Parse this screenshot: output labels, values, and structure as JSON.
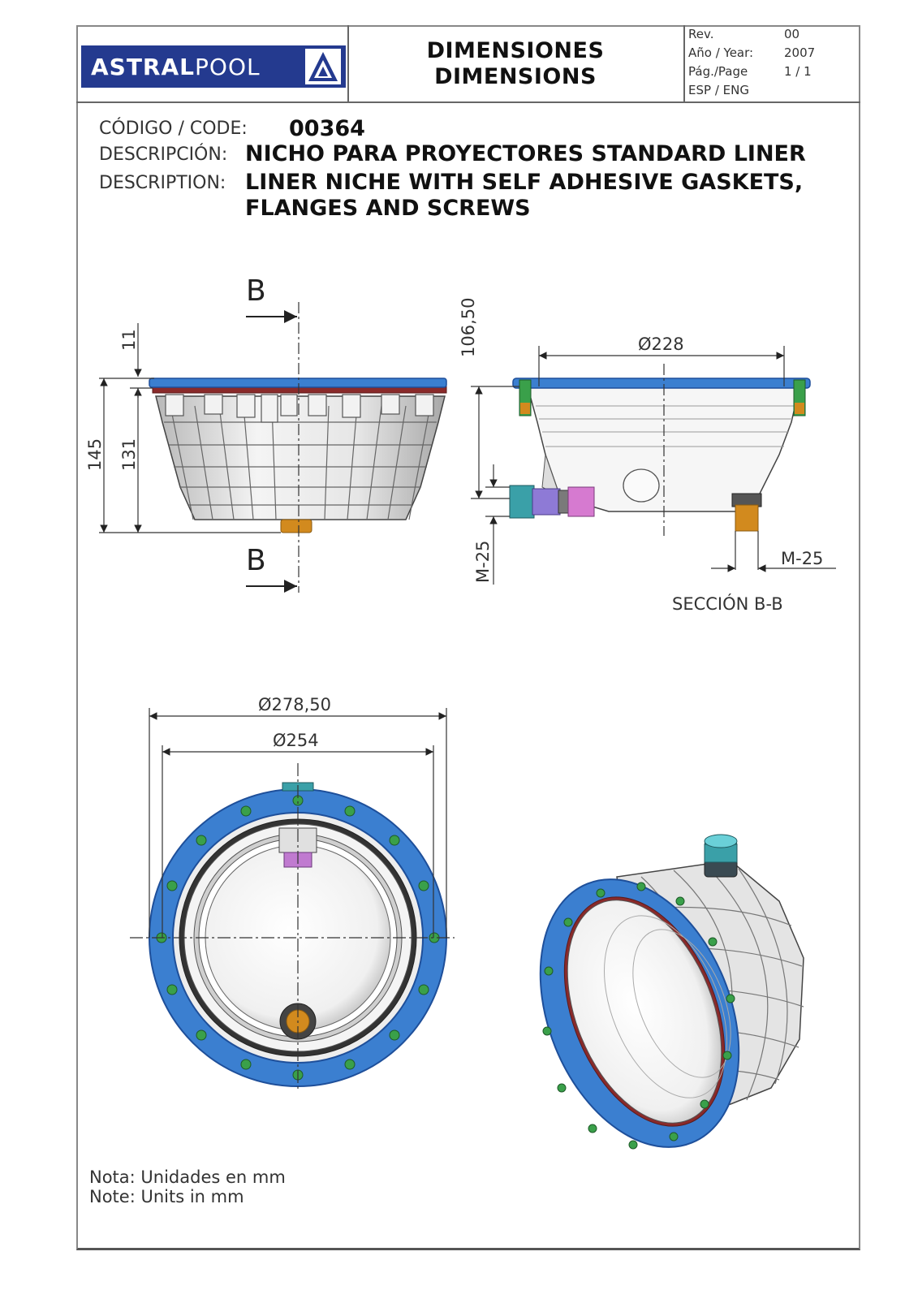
{
  "header": {
    "logo": "ASTRALPOOL",
    "logo_bold": "ASTRAL",
    "logo_light": "POOL",
    "title_es": "DIMENSIONES",
    "title_en": "DIMENSIONS",
    "meta": [
      {
        "label": "Rev.",
        "value": "00"
      },
      {
        "label": "Año / Year:",
        "value": "2007"
      },
      {
        "label": "Pág./Page",
        "value": "1 / 1"
      },
      {
        "label": "ESP / ENG",
        "value": ""
      }
    ]
  },
  "info": {
    "code_label": "CÓDIGO / CODE:",
    "code_value": "00364",
    "desc_es_label": "DESCRIPCIÓN:",
    "desc_es_value": "NICHO PARA PROYECTORES STANDARD LINER",
    "desc_en_label": "DESCRIPTION:",
    "desc_en_value_1": "LINER NICHE WITH SELF ADHESIVE GASKETS,",
    "desc_en_value_2": "FLANGES AND SCREWS"
  },
  "drawing": {
    "section_marker": "B",
    "dim_11": "11",
    "dim_145": "145",
    "dim_131": "131",
    "dim_106": "106,50",
    "dim_d228": "Ø228",
    "dim_m25_vertical": "M-25",
    "dim_m25_horizontal": "M-25",
    "section_label": "SECCIÓN B-B",
    "dim_d278": "Ø278,50",
    "dim_d254": "Ø254"
  },
  "colors": {
    "flange": "#3b7fd0",
    "flange_dark": "#1e4f9a",
    "screw": "#3aa04a",
    "brass": "#d28a1e",
    "gasket": "#8a2a2a",
    "logo_bg": "#243a8f"
  },
  "note": {
    "es": "Nota: Unidades en mm",
    "en": "Note: Units in mm"
  }
}
